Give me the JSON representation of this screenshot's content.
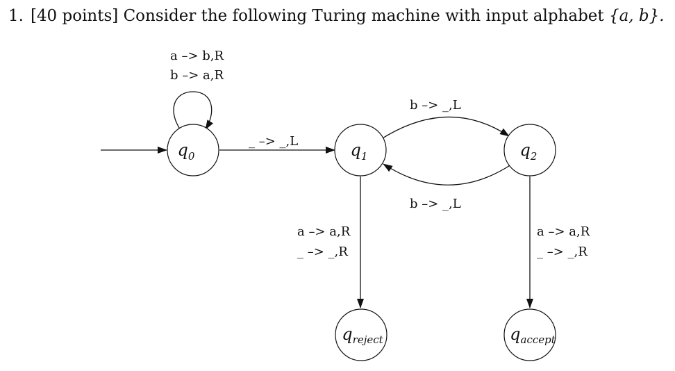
{
  "question": {
    "number": "1.",
    "text": "[40 points] Consider the following Turing machine with input alphabet",
    "alphabet": "{a, b}."
  },
  "states": [
    {
      "id": "q0",
      "base": "q",
      "sub": "0"
    },
    {
      "id": "q1",
      "base": "q",
      "sub": "1"
    },
    {
      "id": "q2",
      "base": "q",
      "sub": "2"
    },
    {
      "id": "qreject",
      "base": "q",
      "sub": "reject"
    },
    {
      "id": "qaccept",
      "base": "q",
      "sub": "accept"
    }
  ],
  "transitions": {
    "q0_loop": [
      "a –> b,R",
      "b –> a,R"
    ],
    "q0_q1": [
      "_ –> _,L"
    ],
    "q1_q2": [
      "b –> _,L"
    ],
    "q2_q1": [
      "b –> _,L"
    ],
    "q1_reject": [
      "a –> a,R",
      "_ –> _,R"
    ],
    "q2_accept": [
      "a –> a,R",
      "_ –> _,R"
    ]
  }
}
